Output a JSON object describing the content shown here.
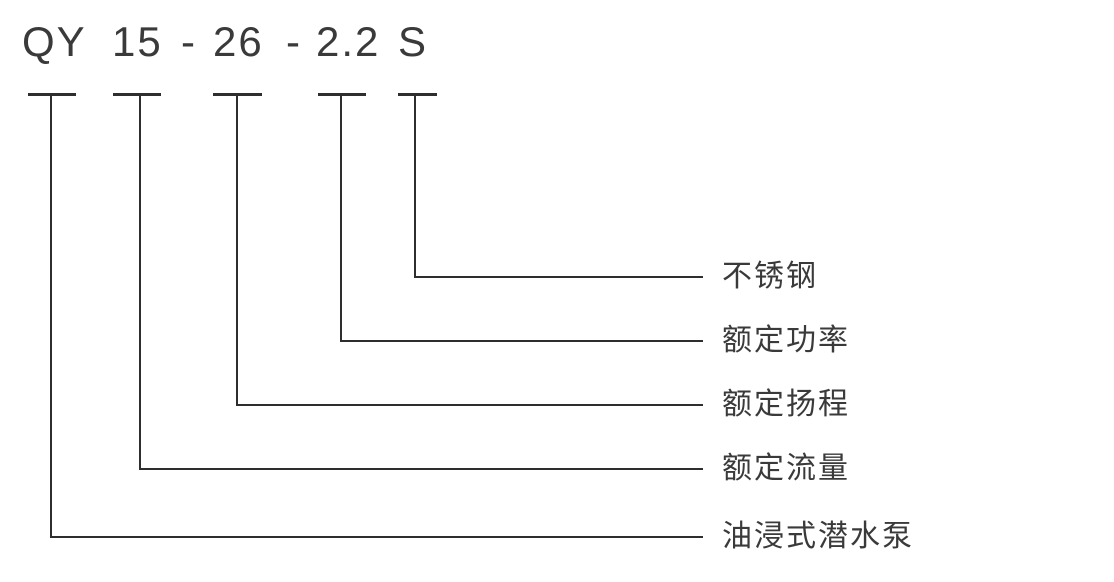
{
  "title": {
    "segments": [
      "QY",
      "15",
      "-",
      "26",
      "-",
      "2.2",
      "S"
    ]
  },
  "legend": {
    "items": [
      {
        "code": "S",
        "label": "不锈钢"
      },
      {
        "code": "2.2",
        "label": "额定功率"
      },
      {
        "code": "26",
        "label": "额定扬程"
      },
      {
        "code": "15",
        "label": "额定流量"
      },
      {
        "code": "QY",
        "label": "油浸式潜水泵"
      }
    ]
  },
  "colors": {
    "line": "#2e2e2e",
    "text": "#3a3a3a",
    "background": "#ffffff"
  }
}
